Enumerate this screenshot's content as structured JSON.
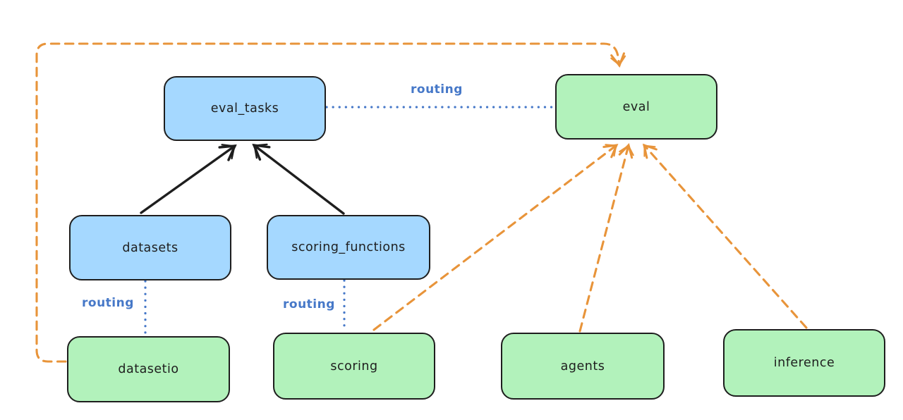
{
  "diagram": {
    "background": "#ffffff",
    "colors": {
      "api_node_fill": "#a5d8ff",
      "provider_node_fill": "#b2f2bb",
      "node_stroke": "#1e1e1e",
      "solid_edge": "#1e1e1e",
      "routing_edge": "#4678c8",
      "dependency_edge": "#e8943a"
    },
    "nodes": {
      "eval_tasks": {
        "label": "eval_tasks",
        "kind": "api"
      },
      "eval": {
        "label": "eval",
        "kind": "provider"
      },
      "datasets": {
        "label": "datasets",
        "kind": "api"
      },
      "scoring_functions": {
        "label": "scoring_functions",
        "kind": "api"
      },
      "datasetio": {
        "label": "datasetio",
        "kind": "provider"
      },
      "scoring": {
        "label": "scoring",
        "kind": "provider"
      },
      "agents": {
        "label": "agents",
        "kind": "provider"
      },
      "inference": {
        "label": "inference",
        "kind": "provider"
      }
    },
    "edges": [
      {
        "from": "datasets",
        "to": "eval_tasks",
        "style": "solid-arrow",
        "color": "#1e1e1e",
        "label": ""
      },
      {
        "from": "scoring_functions",
        "to": "eval_tasks",
        "style": "solid-arrow",
        "color": "#1e1e1e",
        "label": ""
      },
      {
        "from": "eval_tasks",
        "to": "eval",
        "style": "dotted",
        "color": "#4678c8",
        "label": "routing"
      },
      {
        "from": "datasets",
        "to": "datasetio",
        "style": "dotted",
        "color": "#4678c8",
        "label": "routing"
      },
      {
        "from": "scoring_functions",
        "to": "scoring",
        "style": "dotted",
        "color": "#4678c8",
        "label": "routing"
      },
      {
        "from": "datasetio",
        "to": "eval",
        "style": "dashed-arrow",
        "color": "#e8943a",
        "label": ""
      },
      {
        "from": "scoring",
        "to": "eval",
        "style": "dashed-arrow",
        "color": "#e8943a",
        "label": ""
      },
      {
        "from": "agents",
        "to": "eval",
        "style": "dashed-arrow",
        "color": "#e8943a",
        "label": ""
      },
      {
        "from": "inference",
        "to": "eval",
        "style": "dashed-arrow",
        "color": "#e8943a",
        "label": ""
      }
    ]
  }
}
